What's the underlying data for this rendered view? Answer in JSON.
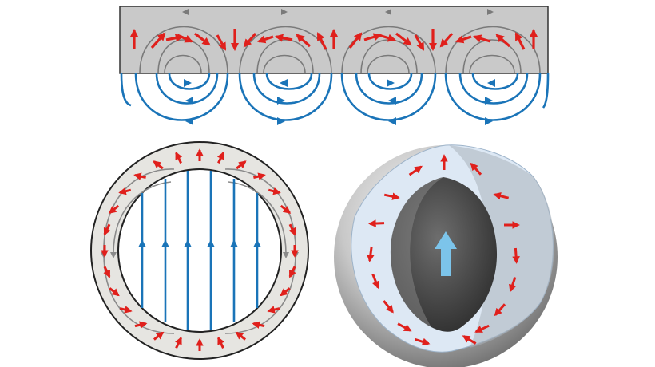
{
  "figure": {
    "panels": [
      {
        "id": "linear-halbach-array",
        "description_visible_text": ""
      },
      {
        "id": "cylinder-cross-section",
        "description_visible_text": ""
      },
      {
        "id": "sphere-cutaway",
        "description_visible_text": ""
      }
    ],
    "colors": {
      "magnet_fill": "#c9c9c9",
      "ring_fill": "#e6e5e1",
      "magnetization_arrow": "#e0201c",
      "internal_field_line": "#8a8a8a",
      "external_field_line": "#1a74b8",
      "interior_field_arrow": "#7cc4ea",
      "sphere_shell_cut": "#dde8f4"
    },
    "icons": [
      "red-magnetization-arrow",
      "blue-field-line-arrow",
      "gray-field-line-arrow"
    ]
  }
}
